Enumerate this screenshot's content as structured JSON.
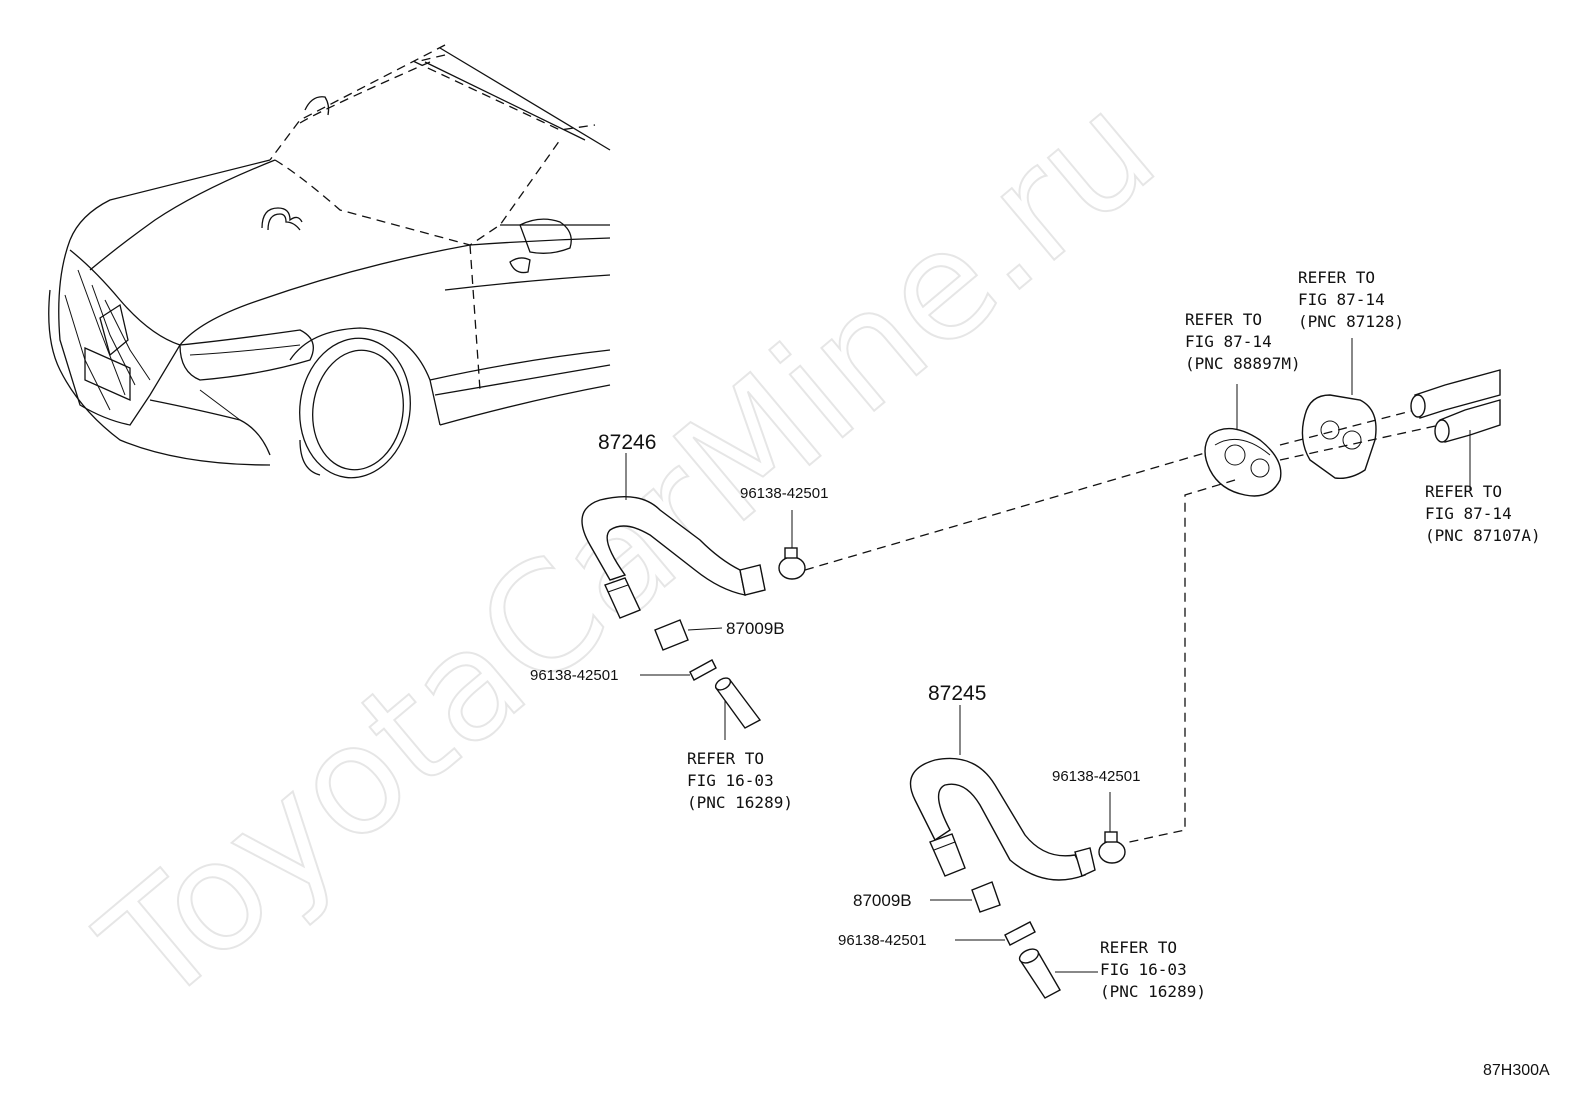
{
  "watermark": "ToyotaCarMine.ru",
  "figure_code": "87H300A",
  "labels": {
    "hose_upper": "87246",
    "hose_lower": "87245",
    "clamp_upper_right": "96138-42501",
    "clamp_upper_left": "96138-42501",
    "clamp_lower_right": "96138-42501",
    "clamp_lower_left": "96138-42501",
    "connector_upper": "87009B",
    "connector_lower": "87009B"
  },
  "refer_upper_pipe": [
    "REFER TO",
    "FIG 16-03",
    "(PNC 16289)"
  ],
  "refer_lower_pipe": [
    "REFER TO",
    "FIG 16-03",
    "(PNC 16289)"
  ],
  "refer_gasket": [
    "REFER TO",
    "FIG 87-14",
    "(PNC 88897M)"
  ],
  "refer_valve": [
    "REFER TO",
    "FIG 87-14",
    "(PNC 87128)"
  ],
  "refer_pipes": [
    "REFER TO",
    "FIG 87-14",
    "(PNC 87107A)"
  ]
}
